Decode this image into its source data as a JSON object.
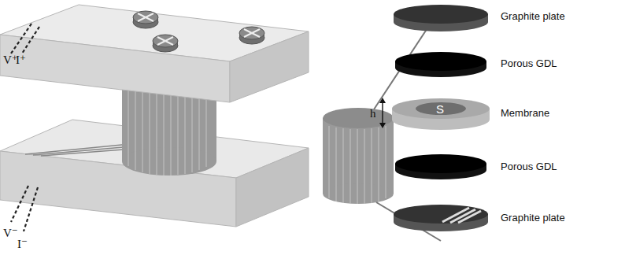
{
  "diagram": {
    "labels": [
      "V⁺",
      "I⁺",
      "V⁻",
      "I⁻",
      "h",
      "S",
      "Graphite plate",
      "Porous GDL",
      "Membrane",
      "Porous GDL",
      "Graphite plate"
    ]
  }
}
